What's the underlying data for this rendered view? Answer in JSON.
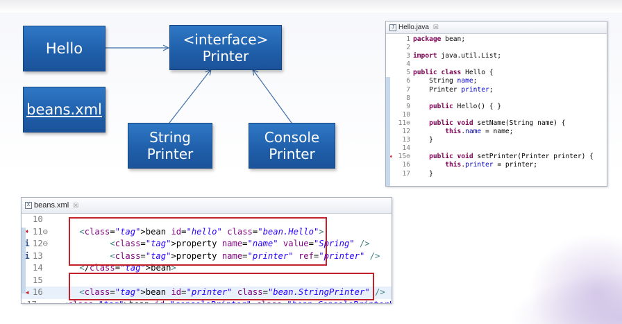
{
  "diagram": {
    "hello": "Hello",
    "beans_xml": "beans.xml",
    "printer_line1": "<interface>",
    "printer_line2": "Printer",
    "string_line1": "String",
    "string_line2": "Printer",
    "console_line1": "Console",
    "console_line2": "Printer"
  },
  "java_editor": {
    "tab_label": "Hello.java",
    "tab_close": "☒",
    "lines": [
      {
        "n": "1",
        "marker": "",
        "text": "package bean;"
      },
      {
        "n": "2",
        "marker": "",
        "text": ""
      },
      {
        "n": "3",
        "marker": "",
        "text": "import java.util.List;"
      },
      {
        "n": "4",
        "marker": "",
        "text": ""
      },
      {
        "n": "5",
        "marker": "",
        "text": "public class Hello {"
      },
      {
        "n": "6",
        "marker": "",
        "text": "    String name;"
      },
      {
        "n": "7",
        "marker": "",
        "text": "    Printer printer;"
      },
      {
        "n": "8",
        "marker": "",
        "text": ""
      },
      {
        "n": "9",
        "marker": "",
        "text": "    public Hello() { }"
      },
      {
        "n": "10",
        "marker": "",
        "text": ""
      },
      {
        "n": "11⊖",
        "marker": "",
        "text": "    public void setName(String name) {"
      },
      {
        "n": "12",
        "marker": "",
        "text": "        this.name = name;"
      },
      {
        "n": "13",
        "marker": "",
        "text": "    }"
      },
      {
        "n": "14",
        "marker": "",
        "text": ""
      },
      {
        "n": "15⊖",
        "marker": "◂",
        "text": "    public void setPrinter(Printer printer) {"
      },
      {
        "n": "16",
        "marker": "",
        "text": "        this.printer = printer;"
      },
      {
        "n": "17",
        "marker": "",
        "text": "    }"
      }
    ]
  },
  "xml_editor": {
    "tab_label": "beans.xml",
    "tab_close": "☒",
    "lines": [
      {
        "n": "10",
        "marker": "",
        "text": ""
      },
      {
        "n": "11⊖",
        "marker": "➧",
        "text": "    <bean id=\"hello\" class=\"bean.Hello\">"
      },
      {
        "n": "12⊖",
        "marker": "i",
        "text": "          <property name=\"name\" value=\"Spring\" />"
      },
      {
        "n": "13",
        "marker": "i",
        "text": "          <property name=\"printer\" ref=\"printer\" />"
      },
      {
        "n": "14",
        "marker": "",
        "text": "    </bean>"
      },
      {
        "n": "15",
        "marker": "",
        "text": ""
      },
      {
        "n": "16",
        "marker": "◂",
        "text": "    <bean id=\"printer\" class=\"bean.StringPrinter\" />"
      },
      {
        "n": "17",
        "marker": "➧",
        "text": "    <bean id=\"consolePrinter\" class=\"bean.ConsolePrinter\" />"
      }
    ]
  },
  "colors": {
    "box_blue": "#1f5ea9",
    "highlight_red": "#c3202a",
    "keyword": "#7f0055",
    "field": "#0000c0",
    "xml_value": "#2a00ff"
  }
}
